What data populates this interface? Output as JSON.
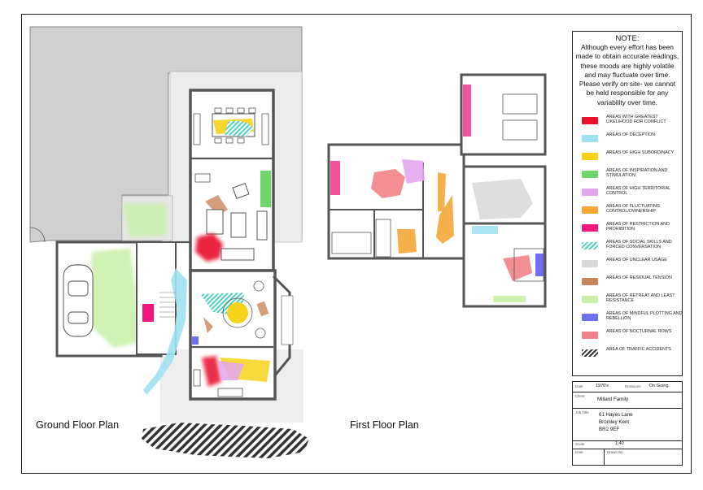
{
  "plans": {
    "ground": "Ground Floor Plan",
    "first": "First Floor Plan"
  },
  "note": {
    "title": "NOTE:",
    "lines": [
      "Although every effort has been",
      "made to obtain accurate readings,",
      "these moods are highly volatile",
      "and may fluctuate over time.",
      "Please verify on site- we cannot",
      "be held responsible for any",
      "variability over time."
    ]
  },
  "legend": [
    {
      "color": "#e8102a",
      "text": "AREAS WITH GREATEST LIKELIHOOD FOR CONFLICT"
    },
    {
      "color": "#9ee2f2",
      "text": "AREAS OF DECEPTION"
    },
    {
      "color": "#f7d21a",
      "text": "AREAS OF HIGH SUBORDINACY"
    },
    {
      "color": "#6fd66a",
      "text": "AREAS OF INSPIRATION AND STIMULATION"
    },
    {
      "color": "#e3a6ee",
      "text": "AREAS OF HIGH TERRITORIAL CONTROL"
    },
    {
      "color": "#f5a737",
      "text": "AREAS OF FLUCTUATING CONTROL/OWNERSHIP"
    },
    {
      "color": "#f0187e",
      "text": "AREAS OF RESTRICTION AND PROHIBITION"
    },
    {
      "color": "#4fd0c6",
      "text": "AREAS OF SOCIAL SKILLS AND FORCED CONVERSATION"
    },
    {
      "color": "#d8d8d8",
      "text": "AREAS OF UNCLEAR USAGE"
    },
    {
      "color": "#c9845a",
      "text": "AREAS OF RESIDUAL TENSION"
    },
    {
      "color": "#c8f0a8",
      "text": "AREAS OF RETREAT AND LEAST RESISTANCE"
    },
    {
      "color": "#6f6ff2",
      "text": "AREAS OF MINDFUL PLOTTING AND REBELLION"
    },
    {
      "color": "#f2828a",
      "text": "AREAS OF NOCTURNAL ROWS"
    },
    {
      "color": "#333333",
      "text": "AREA OF TRAFFIC ACCIDENTS"
    }
  ],
  "title_block": {
    "date_label": "Date",
    "date_value": "1970's",
    "revisions_label": "Revisions",
    "revisions_value": "On Going",
    "client_label": "Client",
    "client_value": "Millard Family",
    "job_label": "Job Title",
    "job_lines": [
      "61 Hayes Lane",
      "Bromley Kent",
      "BR2 9EF"
    ],
    "scale_label": "Scale",
    "scale_value": "1:40",
    "date2_label": "Date",
    "drawn_label": "Drawn By"
  }
}
